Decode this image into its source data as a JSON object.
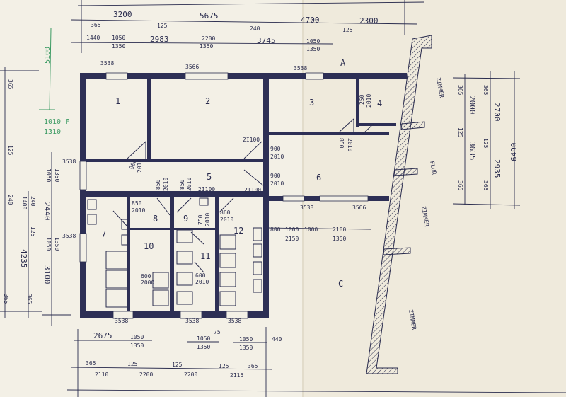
{
  "colors": {
    "paper": "#f3f0e6",
    "ink": "#2a2c4e",
    "wall": "#2d2f55",
    "green_note": "#3a9a62"
  },
  "top_row1": [
    "3200",
    "5675",
    "4700",
    "2300",
    "365",
    "125",
    "240",
    "125"
  ],
  "top_row2": [
    "1440",
    "1050",
    "1350",
    "2983",
    "2200",
    "1350",
    "3745",
    "1050",
    "1350"
  ],
  "top_openings": [
    "3538",
    "3566",
    "3538"
  ],
  "section_mark_a": "A",
  "section_mark_c": "C",
  "green_notes": [
    "5100",
    "1010 F",
    "1310"
  ],
  "left_dims": [
    "365",
    "125",
    "240",
    "1400",
    "240",
    "125",
    "4235",
    "365",
    "365",
    "1050",
    "1350",
    "2440",
    "1050",
    "1350",
    "3100"
  ],
  "rooms": [
    "1",
    "2",
    "3",
    "4",
    "5",
    "6",
    "7",
    "8",
    "9",
    "10",
    "11",
    "12"
  ],
  "door_labels": [
    "3538",
    "3538",
    "2I100",
    "900",
    "2010",
    "900",
    "2010",
    "850",
    "2010",
    "250",
    "2010",
    "900",
    "2010",
    "850",
    "2010",
    "850",
    "2010",
    "2I100",
    "2I100",
    "850",
    "2010",
    "860",
    "2010",
    "750",
    "2010",
    "600",
    "2000",
    "600",
    "2010"
  ],
  "mid_dims": [
    "3538",
    "3566",
    "800",
    "1000",
    "1000",
    "2100",
    "2150",
    "1350"
  ],
  "bottom_openings": [
    "3538",
    "3538",
    "3538"
  ],
  "bottom_row1": [
    "2675",
    "1050",
    "1350",
    "1050",
    "1350",
    "75",
    "1050",
    "1350",
    "440"
  ],
  "bottom_row2": [
    "365",
    "2110",
    "125",
    "2200",
    "125",
    "2200",
    "125",
    "365",
    "2115"
  ],
  "right_dims": [
    "365",
    "2000",
    "125",
    "3635",
    "365",
    "365",
    "2700",
    "125",
    "2935",
    "365",
    "6490"
  ],
  "corridor_labels": [
    "ZIMMER",
    "FLUR",
    "ZIMMER",
    "ZIMMER"
  ]
}
